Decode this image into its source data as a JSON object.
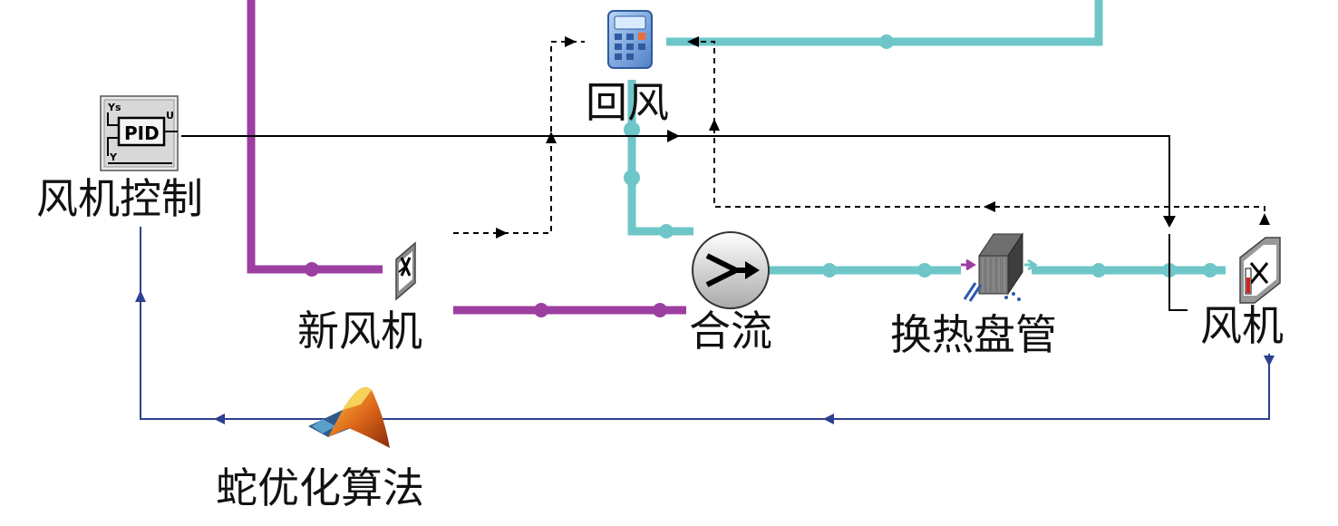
{
  "labels": {
    "fan_control": "风机控制",
    "return_air": "回风",
    "fresh_air_fan": "新风机",
    "merge": "合流",
    "heat_exchange_coil": "换热盘管",
    "fan": "风机",
    "snake_optimization": "蛇优化算法"
  },
  "pid_block": {
    "ys": "Ys",
    "title": "PID",
    "u": "U",
    "y": "Y"
  },
  "colors": {
    "return_air_pipe": "#6EC6C8",
    "fresh_air_pipe": "#9C3FA0",
    "signal_line": "#000000",
    "optimization_loop": "#2E3F8F"
  },
  "icons": {
    "pid_block": "pid-controller-icon",
    "calculator": "calculator-icon",
    "fresh_fan": "fan-icon",
    "mixer": "merge-icon",
    "coil": "heat-exchanger-coil-icon",
    "fan": "fan-icon",
    "matlab": "matlab-logo-icon"
  }
}
